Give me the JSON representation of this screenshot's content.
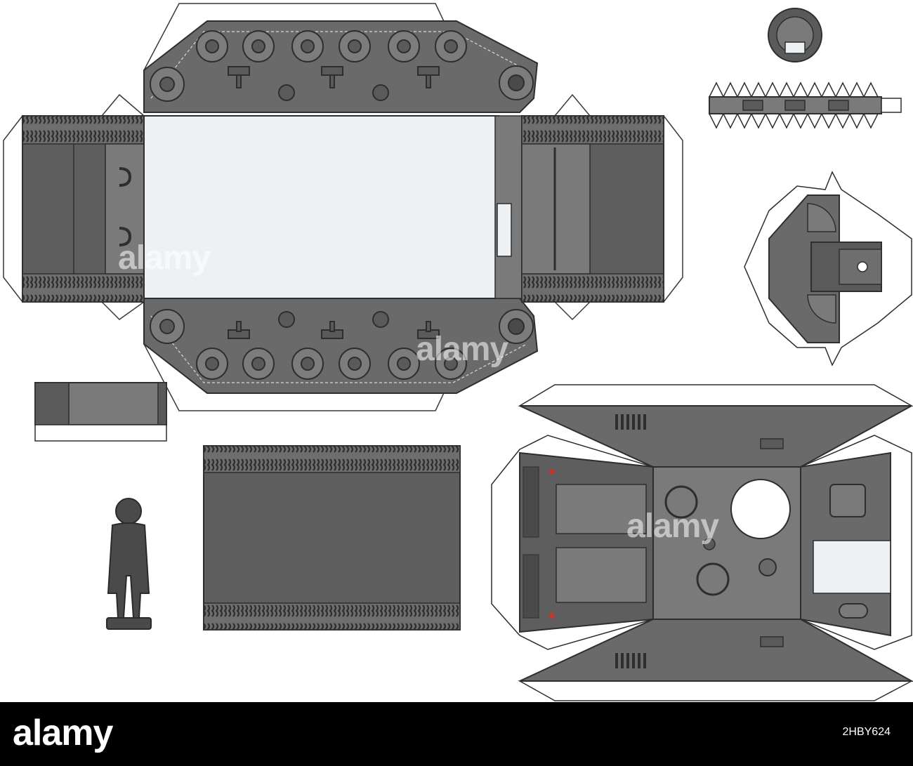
{
  "colors": {
    "dark_grey": "#5a5a5a",
    "mid_grey": "#7a7a7a",
    "light_grey": "#8c8c8c",
    "outline": "#3a3a3a",
    "panel_white": "#eef1f3",
    "accent_red": "#c0392b"
  },
  "watermark": {
    "text": "alamy"
  },
  "footer": {
    "logo": "alamy",
    "image_id": "2HBY624"
  }
}
